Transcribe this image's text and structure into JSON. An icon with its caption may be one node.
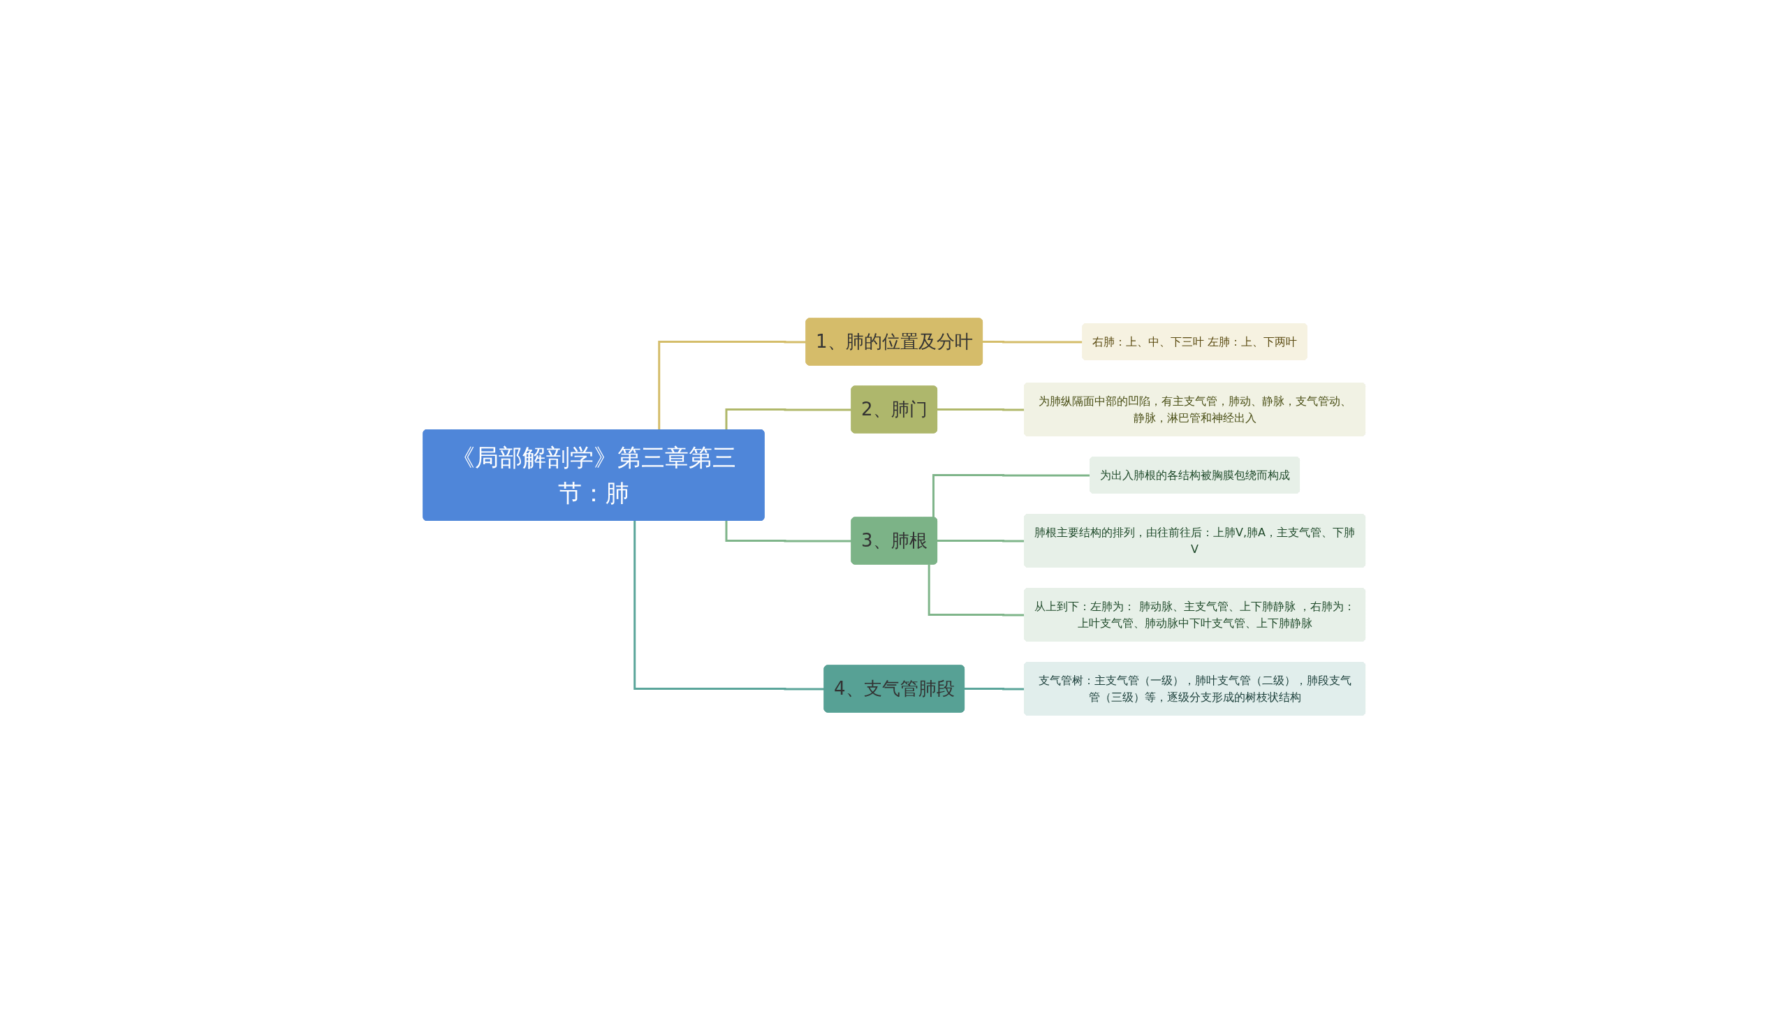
{
  "diagram": {
    "nodes": [
      {
        "text": [
          "《局部解剖学》第三章第三节：肺"
        ]
      },
      {
        "text": [
          "1、肺的位置及分叶"
        ]
      },
      {
        "text": [
          "右肺：上、中、下三叶  左肺：上、下两叶"
        ]
      },
      {
        "text": [
          "2、肺门"
        ]
      },
      {
        "text": [
          "为肺纵隔面中部的凹陷，有主支气管，肺动、静脉，支气管动、静脉，淋巴管和神经出入"
        ]
      },
      {
        "text": [
          "3、肺根"
        ]
      },
      {
        "text": [
          "为出入肺根的各结构被胸膜包绕而构成"
        ]
      },
      {
        "text": [
          "肺根主要结构的排列，由往前往后：上肺V,肺A，主支气管、下肺V"
        ]
      },
      {
        "text": [
          "从上到下：左肺为： 肺动脉、主支气管、上下肺静脉 ，右肺为：上叶支气管、肺动脉中下叶支气管、上下肺静脉"
        ]
      },
      {
        "text": [
          "4、支气管肺段"
        ]
      },
      {
        "text": [
          "支气管树：主支气管（一级），肺叶支气管（二级），肺段支气管（三级）等，逐级分支形成的树枝状结构"
        ]
      }
    ],
    "edges": [
      {
        "from": 0,
        "to": 1,
        "arrow": "none",
        "color": "#d4bd6a"
      },
      {
        "from": 1,
        "to": 2,
        "arrow": "none",
        "color": "#d4bd6a"
      },
      {
        "from": 0,
        "to": 3,
        "arrow": "none",
        "color": "#b0b86a"
      },
      {
        "from": 3,
        "to": 4,
        "arrow": "none",
        "color": "#b0b86a"
      },
      {
        "from": 0,
        "to": 5,
        "arrow": "none",
        "color": "#7fb58a"
      },
      {
        "from": 5,
        "to": 6,
        "arrow": "none",
        "color": "#7fb58a"
      },
      {
        "from": 5,
        "to": 7,
        "arrow": "none",
        "color": "#7fb58a"
      },
      {
        "from": 5,
        "to": 8,
        "arrow": "none",
        "color": "#7fb58a"
      },
      {
        "from": 0,
        "to": 9,
        "arrow": "none",
        "color": "#5aa59a"
      },
      {
        "from": 9,
        "to": 10,
        "arrow": "none",
        "color": "#5aa59a"
      }
    ]
  }
}
